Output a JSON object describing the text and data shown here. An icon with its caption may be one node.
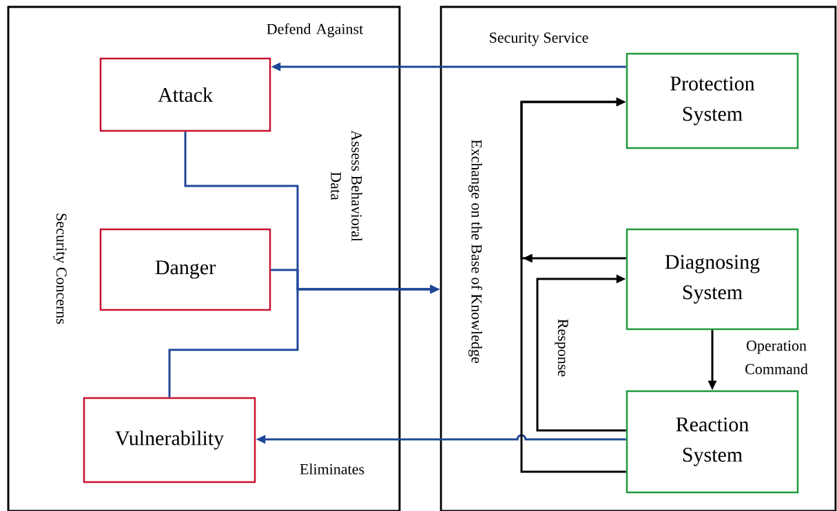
{
  "diagram": {
    "nodes": [
      {
        "text": [
          "Security Concerns"
        ]
      },
      {
        "text": [
          "Attack"
        ],
        "in": 0
      },
      {
        "text": [
          "Danger"
        ],
        "in": 0
      },
      {
        "text": [
          "Vulnerability"
        ],
        "in": 0
      },
      {
        "text": [
          "Security Service"
        ]
      },
      {
        "text": [
          "Protection System"
        ],
        "in": 4
      },
      {
        "text": [
          "Diagnosing System"
        ],
        "in": 4
      },
      {
        "text": [
          "Reaction System"
        ],
        "in": 4
      }
    ],
    "edges": [
      {
        "from": 5,
        "to": 1,
        "arrow": "to",
        "label": "Defend Against"
      },
      {
        "from": 7,
        "to": 3,
        "arrow": "to",
        "label": "Eliminates"
      },
      {
        "from": 1,
        "to": 4,
        "arrow": "to"
      },
      {
        "from": 2,
        "to": 4,
        "arrow": "to"
      },
      {
        "from": 3,
        "to": 4,
        "arrow": "to"
      },
      {
        "from": 6,
        "to": 5,
        "arrow": "to",
        "color": "#000000"
      },
      {
        "from": 7,
        "to": 5,
        "arrow": "to",
        "color": "#000000"
      },
      {
        "from": 7,
        "to": 6,
        "arrow": "to",
        "color": "#000000",
        "label": "Response"
      },
      {
        "from": 6,
        "to": 7,
        "arrow": "to",
        "color": "#000000",
        "label": "Operation Command"
      }
    ],
    "labels": [
      "Assess Behavioral Data",
      "Exchange on the Base of Knowledge"
    ]
  }
}
